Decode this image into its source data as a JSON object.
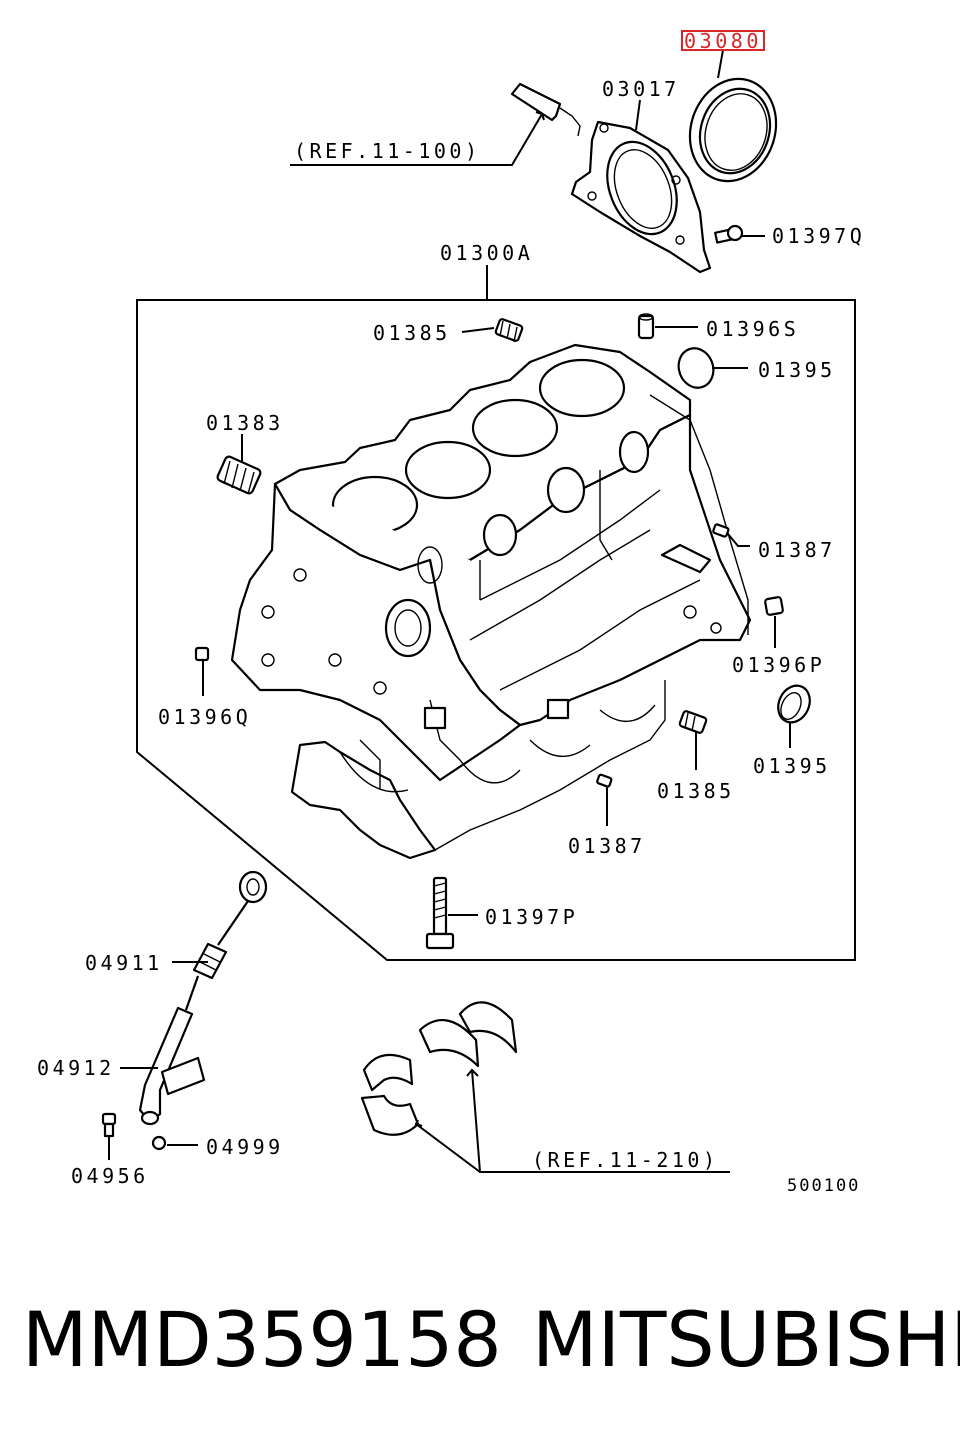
{
  "callouts": {
    "c03080": "03080",
    "c03017": "03017",
    "ref11_100": "(REF.11-100)",
    "c01397Q": "01397Q",
    "c01300A": "01300A",
    "c01385_top": "01385",
    "c01396S": "01396S",
    "c01395_top": "01395",
    "c01383": "01383",
    "c01387_right": "01387",
    "c01396P": "01396P",
    "c01396Q": "01396Q",
    "c01395_bottom": "01395",
    "c01385_bottom": "01385",
    "c01387_bottom": "01387",
    "c01397P": "01397P",
    "c04911": "04911",
    "c04912": "04912",
    "c04999": "04999",
    "c04956": "04956",
    "ref11_210": "(REF.11-210)",
    "diagram_code": "500100"
  },
  "highlight": {
    "callout": "03080",
    "color": "#d8262b"
  },
  "footer": {
    "part_number": "MMD359158",
    "brand": "MITSUBISHI"
  }
}
